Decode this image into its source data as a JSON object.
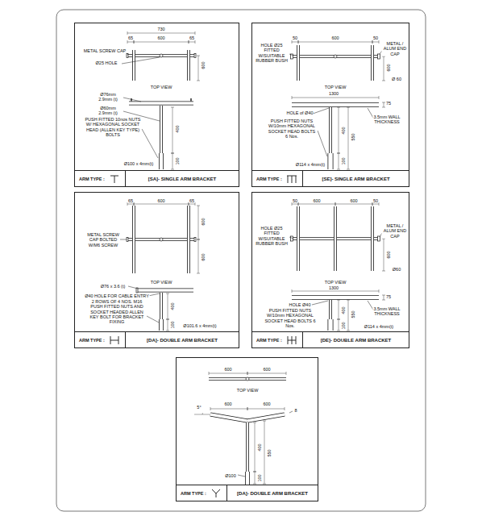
{
  "diagram": {
    "nodes": [
      {
        "text": [
          "ARM TYPE :",
          "[SA]- SINGLE ARM BRACKET"
        ]
      },
      {
        "text": [
          "ARM TYPE :",
          "[SE]- SINGLE ARM BRACKET"
        ]
      },
      {
        "text": [
          "ARM TYPE :",
          "[DA]- DOUBLE ARM BRACKET"
        ]
      },
      {
        "text": [
          "ARM TYPE :",
          "[DE]- DOUBLE ARM BRACKET"
        ]
      },
      {
        "text": [
          "ARM TYPE :",
          "[DA]- DOUBLE ARM BRACKET"
        ]
      }
    ],
    "labels": [
      "730",
      "65",
      "600",
      "65",
      "METAL SCREW CAP",
      "600",
      "Ø25 HOLE",
      "TOP VIEW",
      "Ø76mm 2.9mm (t)",
      "Ø60mm 2.9mm (t)",
      "PUSH FITTED 10nos NUTS W/ HEXAGONAL SOCKET HEAD (ALLEN KEY TYPE) BOLTS",
      "400",
      "100",
      "Ø100 x 4mm(t)",
      "50",
      "600",
      "50",
      "HOLE Ø25 FITTED W/SUITABLE RUBBER BUSH",
      "METAL / ALUM END CAP",
      "600",
      "Ø 60",
      "TOP VIEW",
      "1300",
      "75",
      "HOLE of Ø40",
      "PUSH FITTED NUTS W/10mm HEXAGONAL SOCKET HEAD BOLTS 6 Nos.",
      "3.5mm WALL THICKNESS",
      "400",
      "550",
      "100",
      "Ø114 x 4mm(t)",
      "65",
      "600",
      "65",
      "600",
      "METAL SCREW CAP BOLTED W/M6 SCREW",
      "600",
      "TOP VIEW",
      "Ø76 x 3.6 (t)",
      "Ø40 HOLE FOR CABLE ENTRY",
      "2 ROWS OF 4 NOS. M16 PUSH FITTED NUTS AND SOCKET HEADED ALLEN KEY BOLT FOR BRACKET FIXING",
      "400",
      "100",
      "Ø101.6 x 4mm(t)",
      "50",
      "600",
      "600",
      "50",
      "HOLE Ø25 FITTED W/SUITABLE RUBBER BUSH",
      "METAL / ALUM END CAP",
      "600",
      "Ø60",
      "TOP VIEW",
      "1300",
      "75",
      "HOLE Ø40",
      "PUSH FITTED NUTS W/10mm HEXAGONAL SOCKET HEAD BOLTS 6 Nos.",
      "3.5mm WALL THICKNESS",
      "400",
      "550",
      "100",
      "Ø114 x 4mm(t)",
      "600",
      "600",
      "TOP VIEW",
      "5°",
      "600",
      "600",
      "8",
      "Ø100",
      "400",
      "550",
      "100"
    ]
  }
}
